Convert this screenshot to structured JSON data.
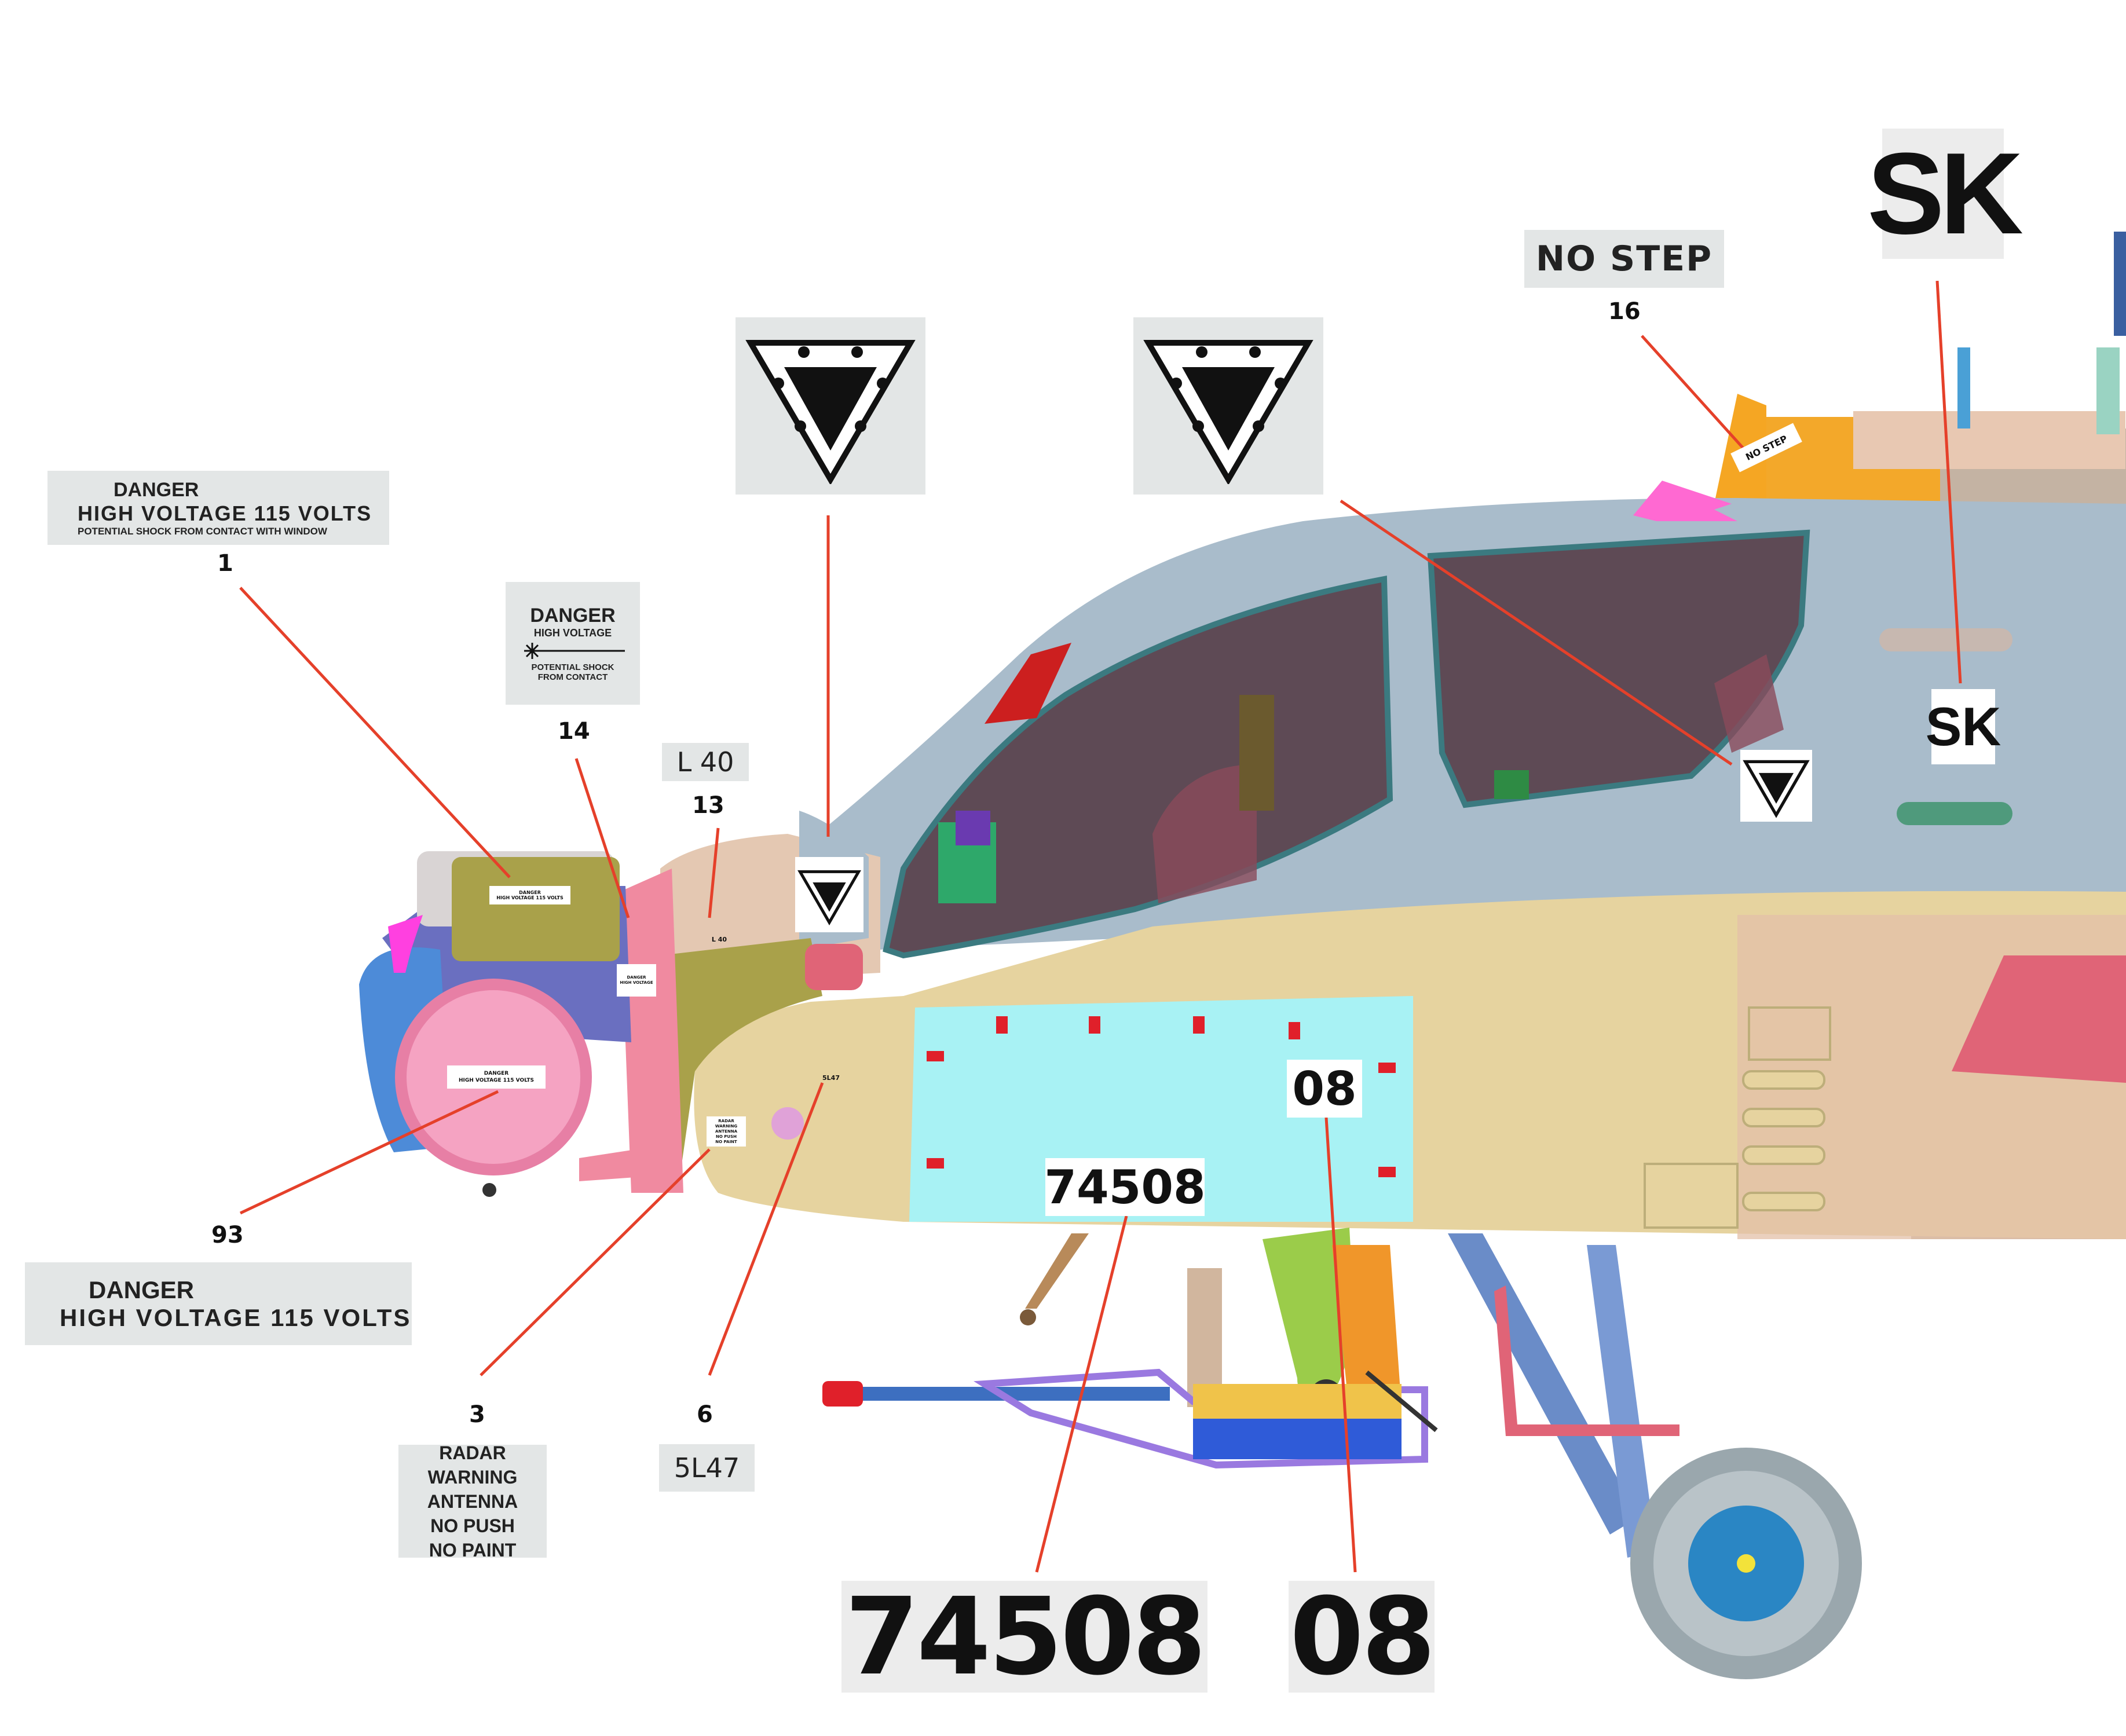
{
  "colors": {
    "callout_line": "#e5402a",
    "fuselage": "#a9bccb",
    "canopy_glass": "#5e4a55",
    "lower_fairing": "#e6d39f",
    "panel_cyan": "#a8f2f4",
    "sensor_pink": "#e77fa5",
    "sensor_olive": "#a9a14a",
    "wheel_hub": "#2a86c4"
  },
  "icons": {
    "warning_triangle": "danger-triangle-icon",
    "laser_burst": "laser-burst-icon"
  },
  "callouts": [
    {
      "id": "1",
      "number": "1",
      "lines": [
        "DANGER",
        "HIGH VOLTAGE 115 VOLTS",
        "POTENTIAL SHOCK FROM CONTACT WITH WINDOW"
      ]
    },
    {
      "id": "14",
      "number": "14",
      "lines": [
        "DANGER",
        "HIGH VOLTAGE",
        "POTENTIAL SHOCK",
        "FROM CONTACT"
      ]
    },
    {
      "id": "13",
      "number": "13",
      "lines": [
        "L 40"
      ]
    },
    {
      "id": "93",
      "number": "93",
      "lines": [
        "DANGER",
        "HIGH VOLTAGE 115 VOLTS"
      ]
    },
    {
      "id": "3",
      "number": "3",
      "lines": [
        "RADAR WARNING",
        "ANTENNA",
        "NO PUSH",
        "NO PAINT"
      ]
    },
    {
      "id": "6",
      "number": "6",
      "lines": [
        "5L47"
      ]
    },
    {
      "id": "16",
      "number": "16",
      "lines": [
        "NO STEP"
      ]
    }
  ],
  "markings": {
    "tail_code": "SK",
    "serial": "74508",
    "side_number": "08",
    "no_step": "NO STEP"
  }
}
